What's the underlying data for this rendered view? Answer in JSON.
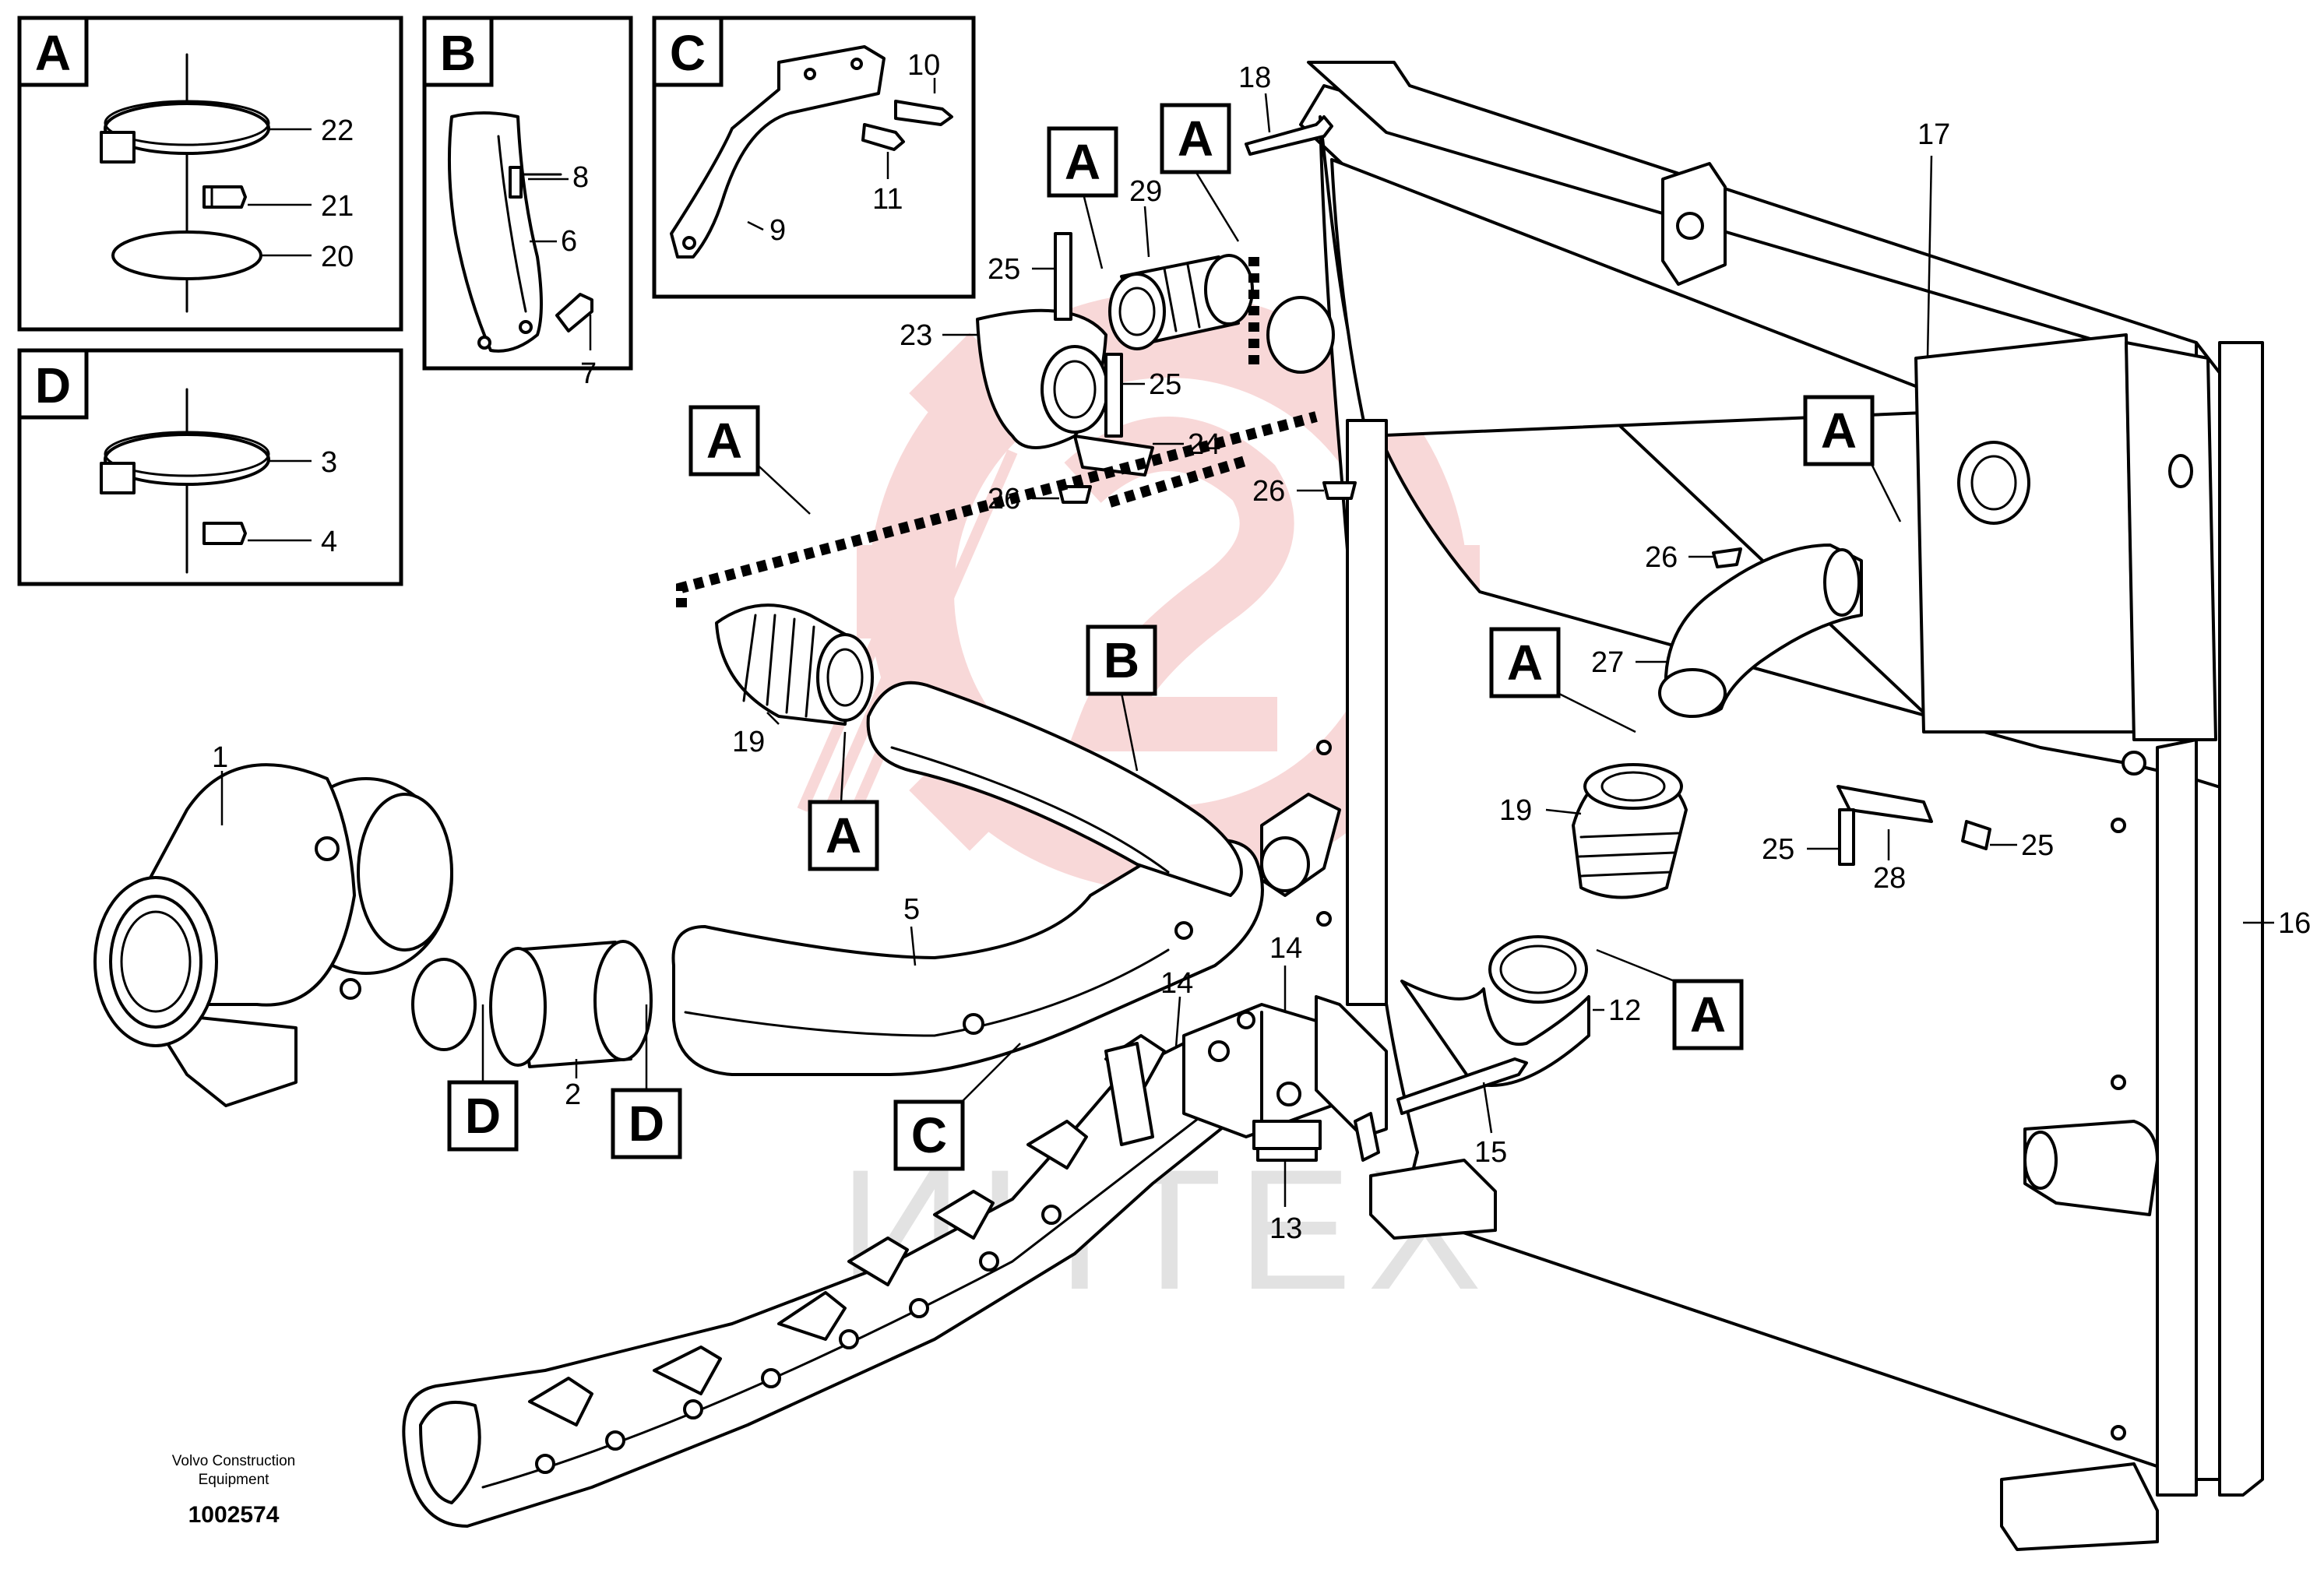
{
  "publisher_line1": "Volvo Construction",
  "publisher_line2": "Equipment",
  "drawing_number": "1002574",
  "watermark_text": "ИНТЕХ",
  "colors": {
    "watermark": "#f4b9b9",
    "watermark_text": "#e2e2e2",
    "line": "#000000"
  },
  "detail_boxes": [
    {
      "letter": "A",
      "parts": [
        "22",
        "21",
        "20"
      ]
    },
    {
      "letter": "B",
      "parts": [
        "8",
        "6",
        "7"
      ]
    },
    {
      "letter": "C",
      "parts": [
        "10",
        "11",
        "9"
      ]
    },
    {
      "letter": "D",
      "parts": [
        "3",
        "4"
      ]
    }
  ],
  "view_refs": [
    "A",
    "A",
    "A",
    "A",
    "A",
    "A",
    "A",
    "B",
    "C",
    "D",
    "D"
  ],
  "part_numbers": [
    "1",
    "2",
    "5",
    "12",
    "13",
    "14",
    "14",
    "15",
    "16",
    "17",
    "18",
    "19",
    "19",
    "23",
    "24",
    "25",
    "25",
    "25",
    "25",
    "26",
    "26",
    "26",
    "27",
    "28",
    "29"
  ]
}
